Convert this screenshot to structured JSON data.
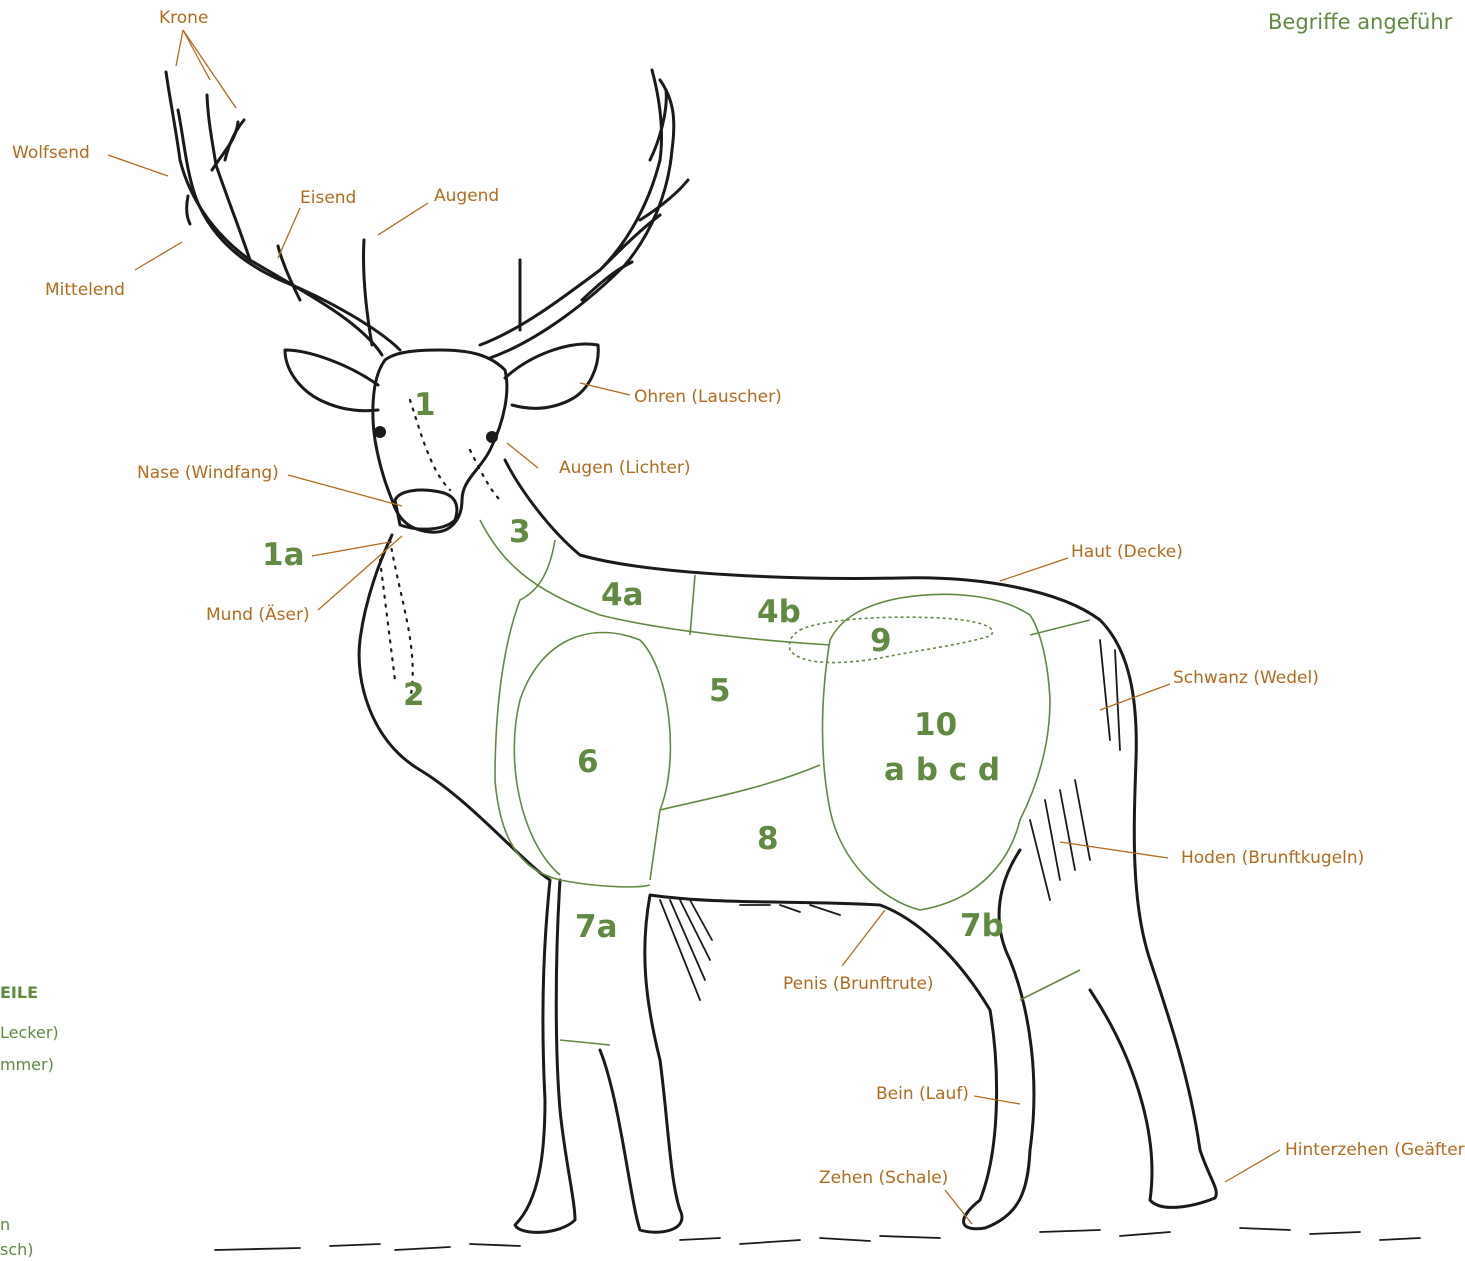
{
  "header": "Begriffe angeführ",
  "labels": {
    "krone": "Krone",
    "wolfsend": "Wolfsend",
    "eisend": "Eisend",
    "augend": "Augend",
    "mittelend": "Mittelend",
    "ohren": "Ohren (Lauscher)",
    "nase": "Nase (Windfang)",
    "augen": "Augen (Lichter)",
    "mund": "Mund (Äser)",
    "haut": "Haut (Decke)",
    "schwanz": "Schwanz (Wedel)",
    "hoden": "Hoden (Brunftkugeln)",
    "penis": "Penis (Brunftrute)",
    "bein": "Bein (Lauf)",
    "zehen": "Zehen (Schale)",
    "hinterzehen": "Hinterzehen (Geäfter)"
  },
  "regions": {
    "r1": "1",
    "r1a": "1a",
    "r2": "2",
    "r3": "3",
    "r4a": "4a",
    "r4b": "4b",
    "r5": "5",
    "r6": "6",
    "r7a": "7a",
    "r7b": "7b",
    "r8": "8",
    "r9": "9",
    "r10": "10",
    "r10sub": "a b c d"
  },
  "legend": {
    "heading": "EILE",
    "line1": "Lecker)",
    "line2": "mmer)",
    "line3": "n",
    "line4": "sch)"
  },
  "colors": {
    "label": "#b26b1c",
    "region": "#5f8a3f",
    "ink": "#1a1a1a"
  }
}
